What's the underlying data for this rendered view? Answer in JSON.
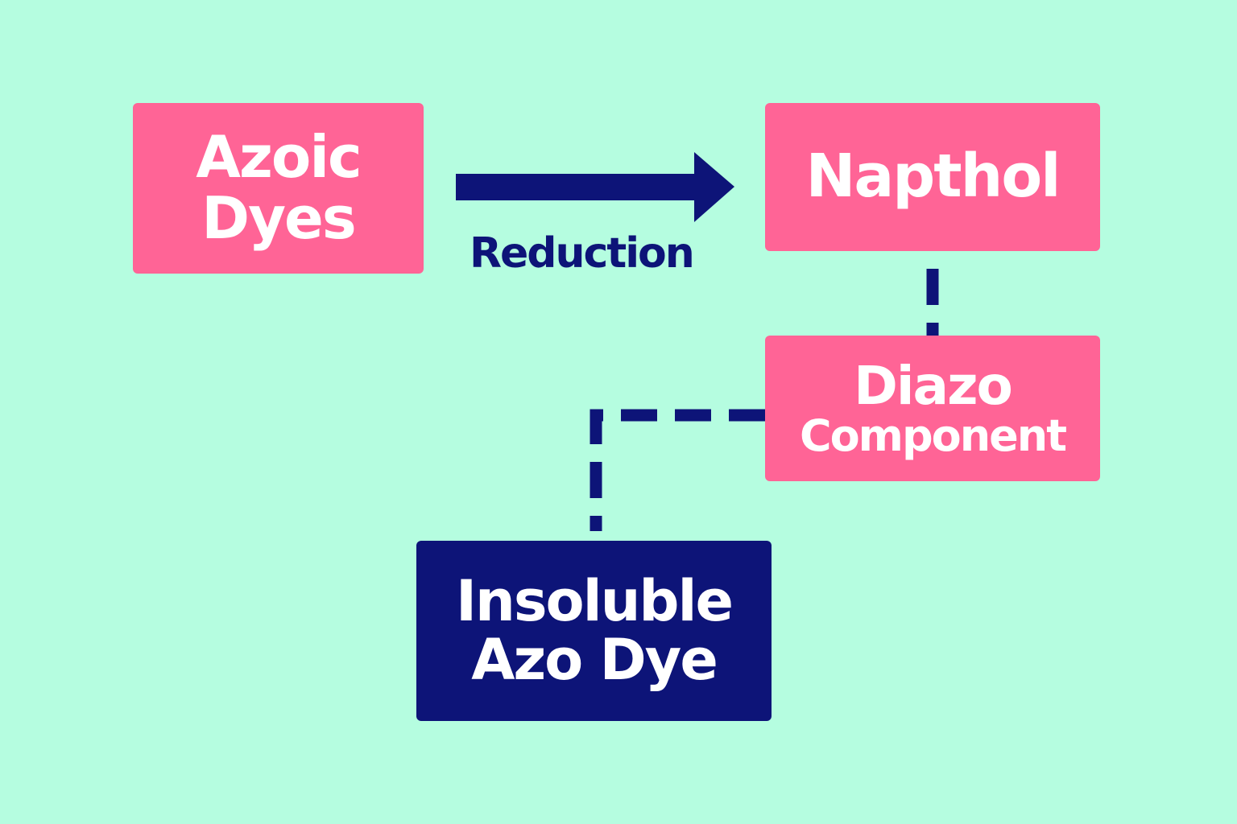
{
  "colors": {
    "background": "#b5fde0",
    "box_pink": "#ff6496",
    "box_navy": "#0d1478",
    "connector": "#0d1478",
    "box_text": "#ffffff"
  },
  "nodes": {
    "azoic_dyes": {
      "lines": [
        "Azoic",
        "Dyes"
      ]
    },
    "napthol": {
      "lines": [
        "Napthol"
      ]
    },
    "diazo_component": {
      "lines": [
        "Diazo",
        "Component"
      ]
    },
    "insoluble_azo_dye": {
      "lines": [
        "Insoluble",
        "Azo Dye"
      ]
    }
  },
  "edges": {
    "reduction": {
      "from": "azoic_dyes",
      "to": "napthol",
      "label": "Reduction",
      "style": "solid-arrow"
    },
    "napthol_diazo": {
      "from": "napthol",
      "to": "diazo_component",
      "style": "dashed"
    },
    "diazo_insoluble": {
      "from": "diazo_component",
      "to": "insoluble_azo_dye",
      "style": "dashed"
    }
  }
}
